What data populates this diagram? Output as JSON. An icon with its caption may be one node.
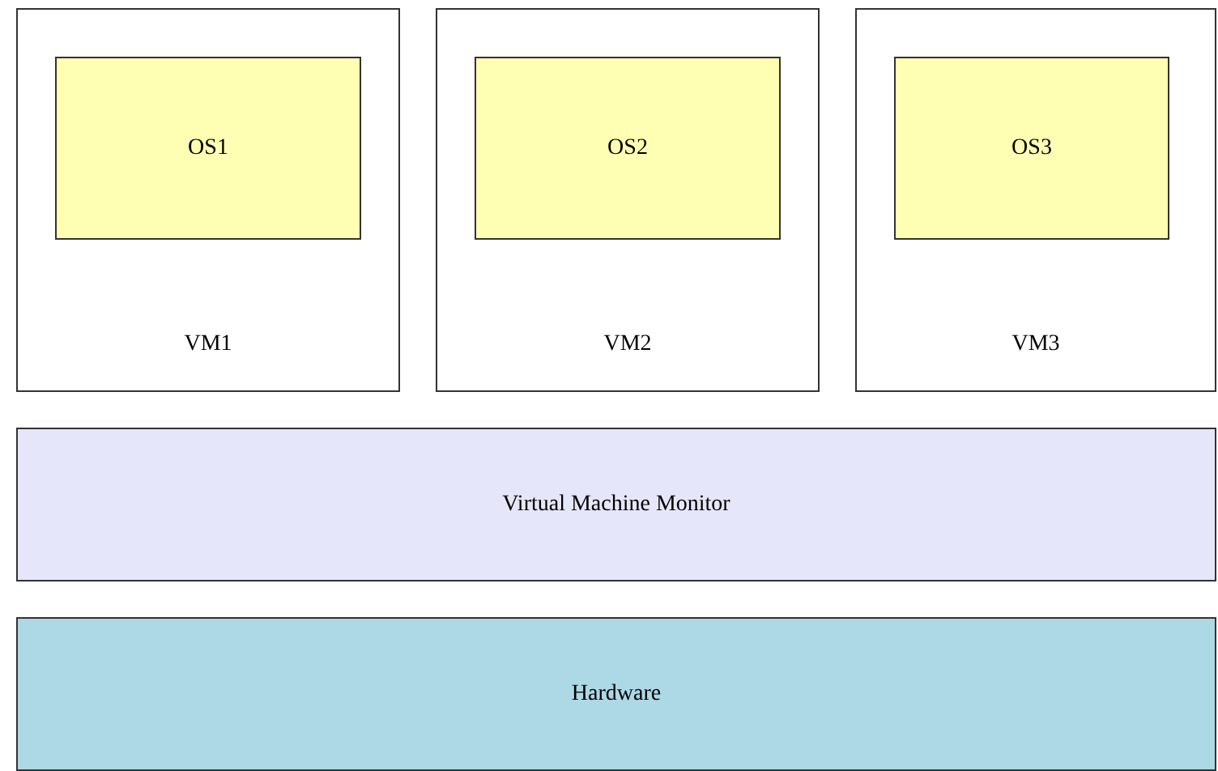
{
  "diagram": {
    "nodes": [
      {
        "text": [
          "VM1"
        ]
      },
      {
        "text": [
          "OS1"
        ],
        "in": 0
      },
      {
        "text": [
          "VM2"
        ]
      },
      {
        "text": [
          "OS2"
        ],
        "in": 2
      },
      {
        "text": [
          "VM3"
        ]
      },
      {
        "text": [
          "OS3"
        ],
        "in": 4
      },
      {
        "text": [
          "Virtual Machine Monitor"
        ]
      },
      {
        "text": [
          "Hardware"
        ]
      }
    ]
  }
}
